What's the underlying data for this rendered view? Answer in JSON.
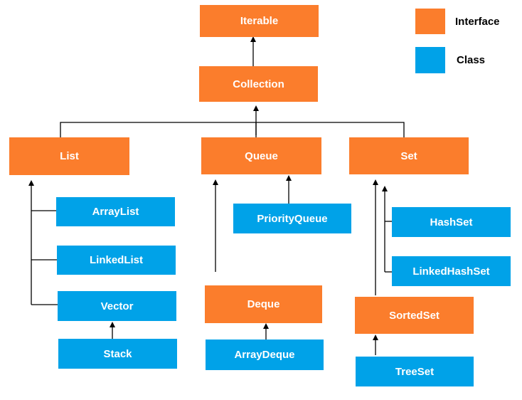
{
  "colors": {
    "interface": "#fb7d2c",
    "class": "#00a2e8",
    "line": "#000000"
  },
  "legend": {
    "interface_label": "Interface",
    "class_label": "Class"
  },
  "nodes": {
    "iterable": "Iterable",
    "collection": "Collection",
    "list": "List",
    "queue": "Queue",
    "set": "Set",
    "arraylist": "ArrayList",
    "linkedlist": "LinkedList",
    "vector": "Vector",
    "stack": "Stack",
    "priorityqueue": "PriorityQueue",
    "deque": "Deque",
    "arraydeque": "ArrayDeque",
    "hashset": "HashSet",
    "linkedhashset": "LinkedHashSet",
    "sortedset": "SortedSet",
    "treeset": "TreeSet"
  }
}
